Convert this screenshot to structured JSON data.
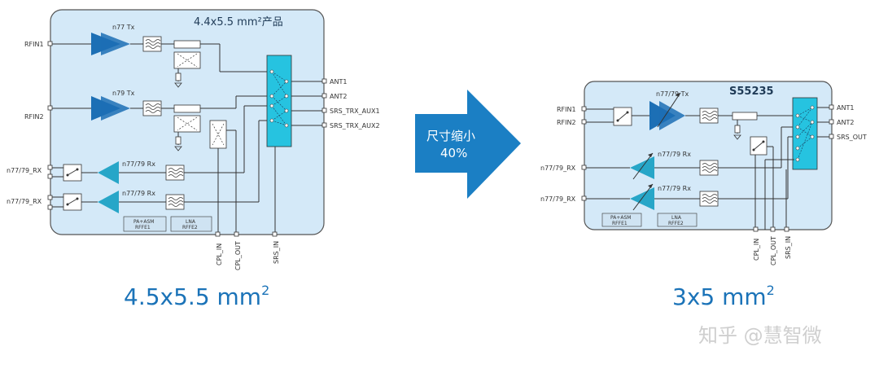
{
  "left_chip": {
    "title": "4.4x5.5 mm²产品",
    "pins_left": [
      "RFIN1",
      "RFIN2",
      "n77/79_RX",
      "n77/79_RX"
    ],
    "pins_right": [
      "ANT1",
      "ANT2",
      "SRS_TRX_AUX1",
      "SRS_TRX_AUX2"
    ],
    "pins_bottom": [
      "CPL_IN",
      "CPL_OUT",
      "SRS_IN"
    ],
    "amp_labels": [
      "n77 Tx",
      "n79 Tx",
      "n77/79 Rx",
      "n77/79 Rx"
    ],
    "blocks": [
      {
        "line1": "PA+ASM",
        "line2": "RFFE1"
      },
      {
        "line1": "LNA",
        "line2": "RFFE2"
      }
    ],
    "size_label": "4.5x5.5  mm",
    "size_sup": "2"
  },
  "arrow": {
    "line1": "尺寸缩小",
    "line2": "40%",
    "color": "#1b7fc4"
  },
  "right_chip": {
    "title": "S55235",
    "pins_left": [
      "RFIN1",
      "RFIN2",
      "n77/79_RX",
      "n77/79_RX"
    ],
    "pins_right": [
      "ANT1",
      "ANT2",
      "SRS_OUT"
    ],
    "pins_bottom": [
      "CPL_IN",
      "CPL_OUT",
      "SRS_IN"
    ],
    "amp_labels": [
      "n77/79 Tx",
      "n77/79 Rx",
      "n77/79 Rx"
    ],
    "blocks": [
      {
        "line1": "PA+ASM",
        "line2": "RFFE1"
      },
      {
        "line1": "LNA",
        "line2": "RFFE2"
      }
    ],
    "size_label": "3x5  mm",
    "size_sup": "2"
  },
  "watermark": "知乎 @慧智微",
  "colors": {
    "chip_fill": "#d4e9f8",
    "chip_border": "#555555",
    "amp": "#1c6fb5",
    "lna": "#27a6c8",
    "switch": "#26c3e0",
    "accent": "#1b73b8"
  }
}
